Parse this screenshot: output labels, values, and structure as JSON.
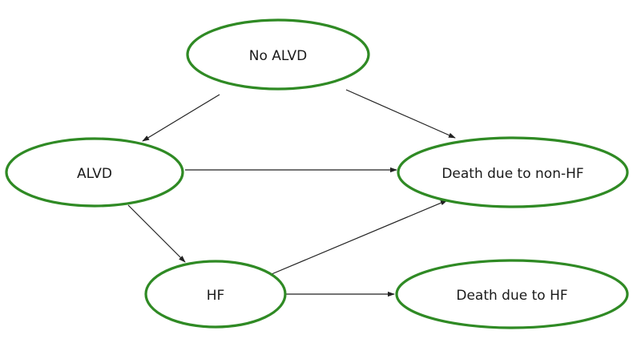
{
  "diagram": {
    "nodes": {
      "no_alvd": {
        "label": "No ALVD"
      },
      "alvd": {
        "label": "ALVD"
      },
      "hf": {
        "label": "HF"
      },
      "death_non_hf": {
        "label": "Death due to non-HF"
      },
      "death_hf": {
        "label": "Death due to HF"
      }
    },
    "edges": [
      {
        "from": "No ALVD",
        "to": "ALVD"
      },
      {
        "from": "No ALVD",
        "to": "Death due to non-HF"
      },
      {
        "from": "ALVD",
        "to": "Death due to non-HF"
      },
      {
        "from": "ALVD",
        "to": "HF"
      },
      {
        "from": "HF",
        "to": "Death due to non-HF"
      },
      {
        "from": "HF",
        "to": "Death due to HF"
      }
    ],
    "colors": {
      "node_border": "#2f8a24",
      "arrow": "#222222",
      "text": "#1a1a1a"
    }
  }
}
